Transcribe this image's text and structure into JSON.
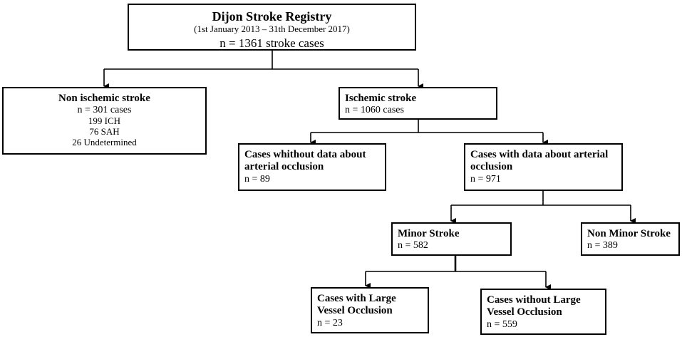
{
  "registry": {
    "title": "Dijon Stroke Registry",
    "period": "(1st January 2013 – 31th December 2017)",
    "count": "n = 1361 stroke cases"
  },
  "non_ischemic": {
    "title": "Non ischemic stroke",
    "count": "n = 301 cases",
    "lines": [
      "199 ICH",
      "76 SAH",
      "26 Undetermined"
    ]
  },
  "ischemic": {
    "title": "Ischemic stroke",
    "count": "n = 1060 cases"
  },
  "no_data": {
    "line1": "Cases whithout data about",
    "line2": "arterial occlusion",
    "count": "n = 89"
  },
  "with_data": {
    "line1": "Cases with data about arterial",
    "line2": "occlusion",
    "count": "n = 971"
  },
  "minor": {
    "title": "Minor Stroke",
    "count": "n = 582"
  },
  "non_minor": {
    "title": "Non Minor Stroke",
    "count": "n = 389"
  },
  "lvo": {
    "line1": "Cases with Large",
    "line2": "Vessel Occlusion",
    "count": "n = 23"
  },
  "no_lvo": {
    "line1": "Cases without Large",
    "line2": "Vessel Occlusion",
    "count": "n = 559"
  }
}
